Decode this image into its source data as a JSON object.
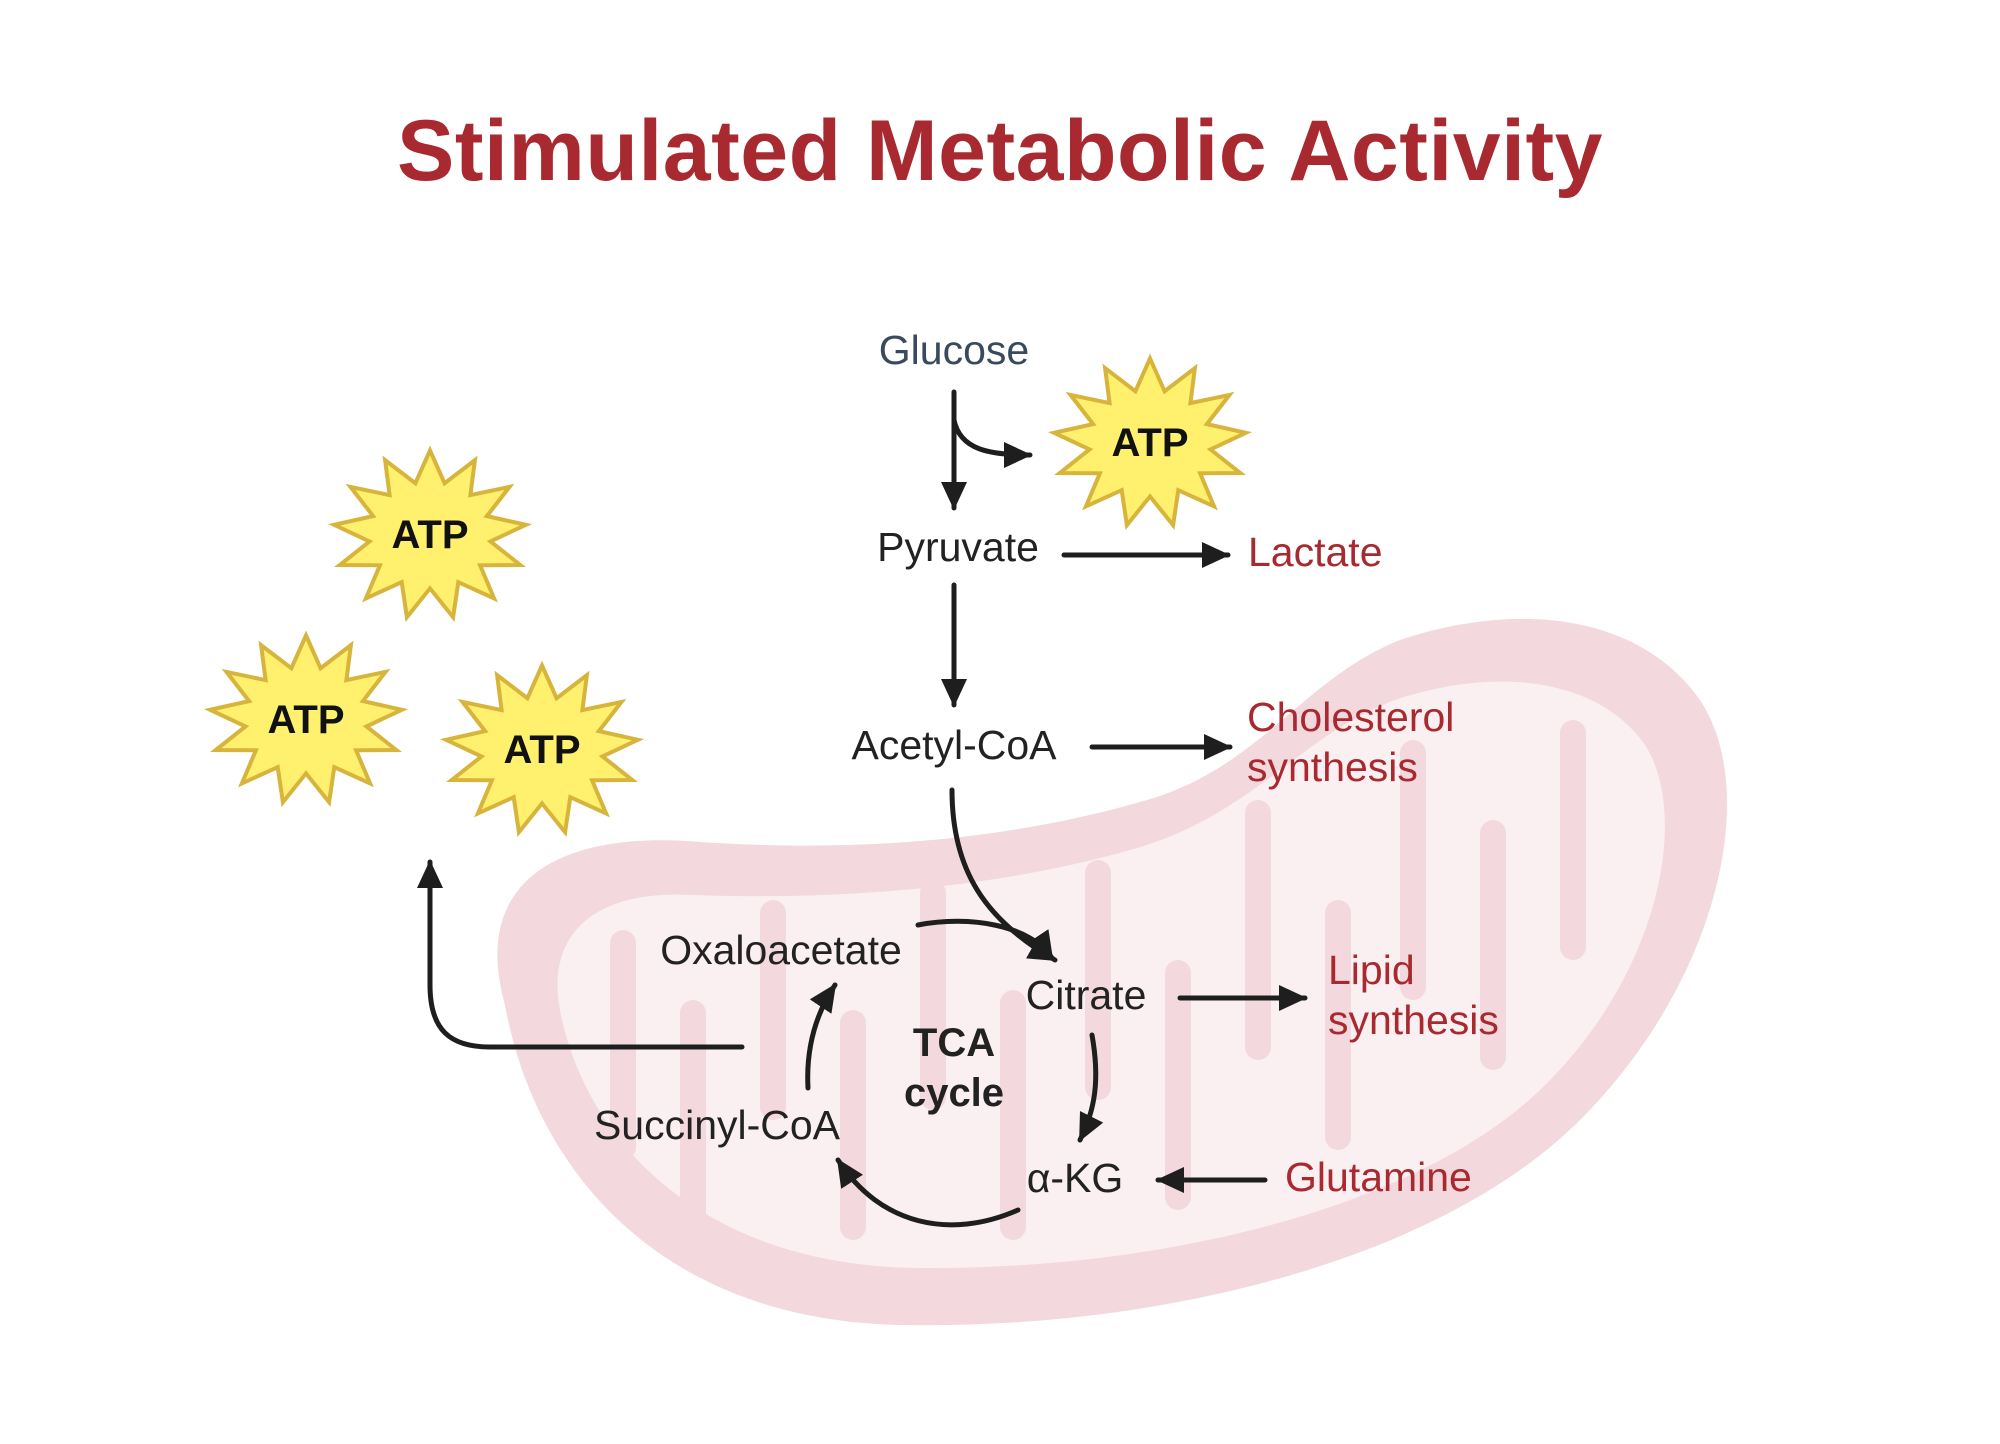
{
  "title": "Stimulated Metabolic Activity",
  "atp_label": "ATP",
  "metabolites": {
    "glucose": "Glucose",
    "pyruvate": "Pyruvate",
    "acetyl_coa": "Acetyl-CoA",
    "oxaloacetate": "Oxaloacetate",
    "citrate": "Citrate",
    "alpha_kg": "α-KG",
    "succinyl_coa": "Succinyl-CoA"
  },
  "tca": {
    "line1": "TCA",
    "line2": "cycle"
  },
  "outputs": {
    "lactate": "Lactate",
    "cholesterol_line1": "Cholesterol",
    "cholesterol_line2": "synthesis",
    "lipid_line1": "Lipid",
    "lipid_line2": "synthesis",
    "glutamine": "Glutamine"
  },
  "colors": {
    "title": "#a8292f",
    "output_text": "#a8292f",
    "glucose_text": "#3a4a5c",
    "atp_fill": "#fff06e",
    "atp_stroke": "#d7b43c",
    "mito_outer": "#f3d9dd",
    "mito_inner": "#fbf0f1",
    "arrow": "#1e1e1e"
  }
}
